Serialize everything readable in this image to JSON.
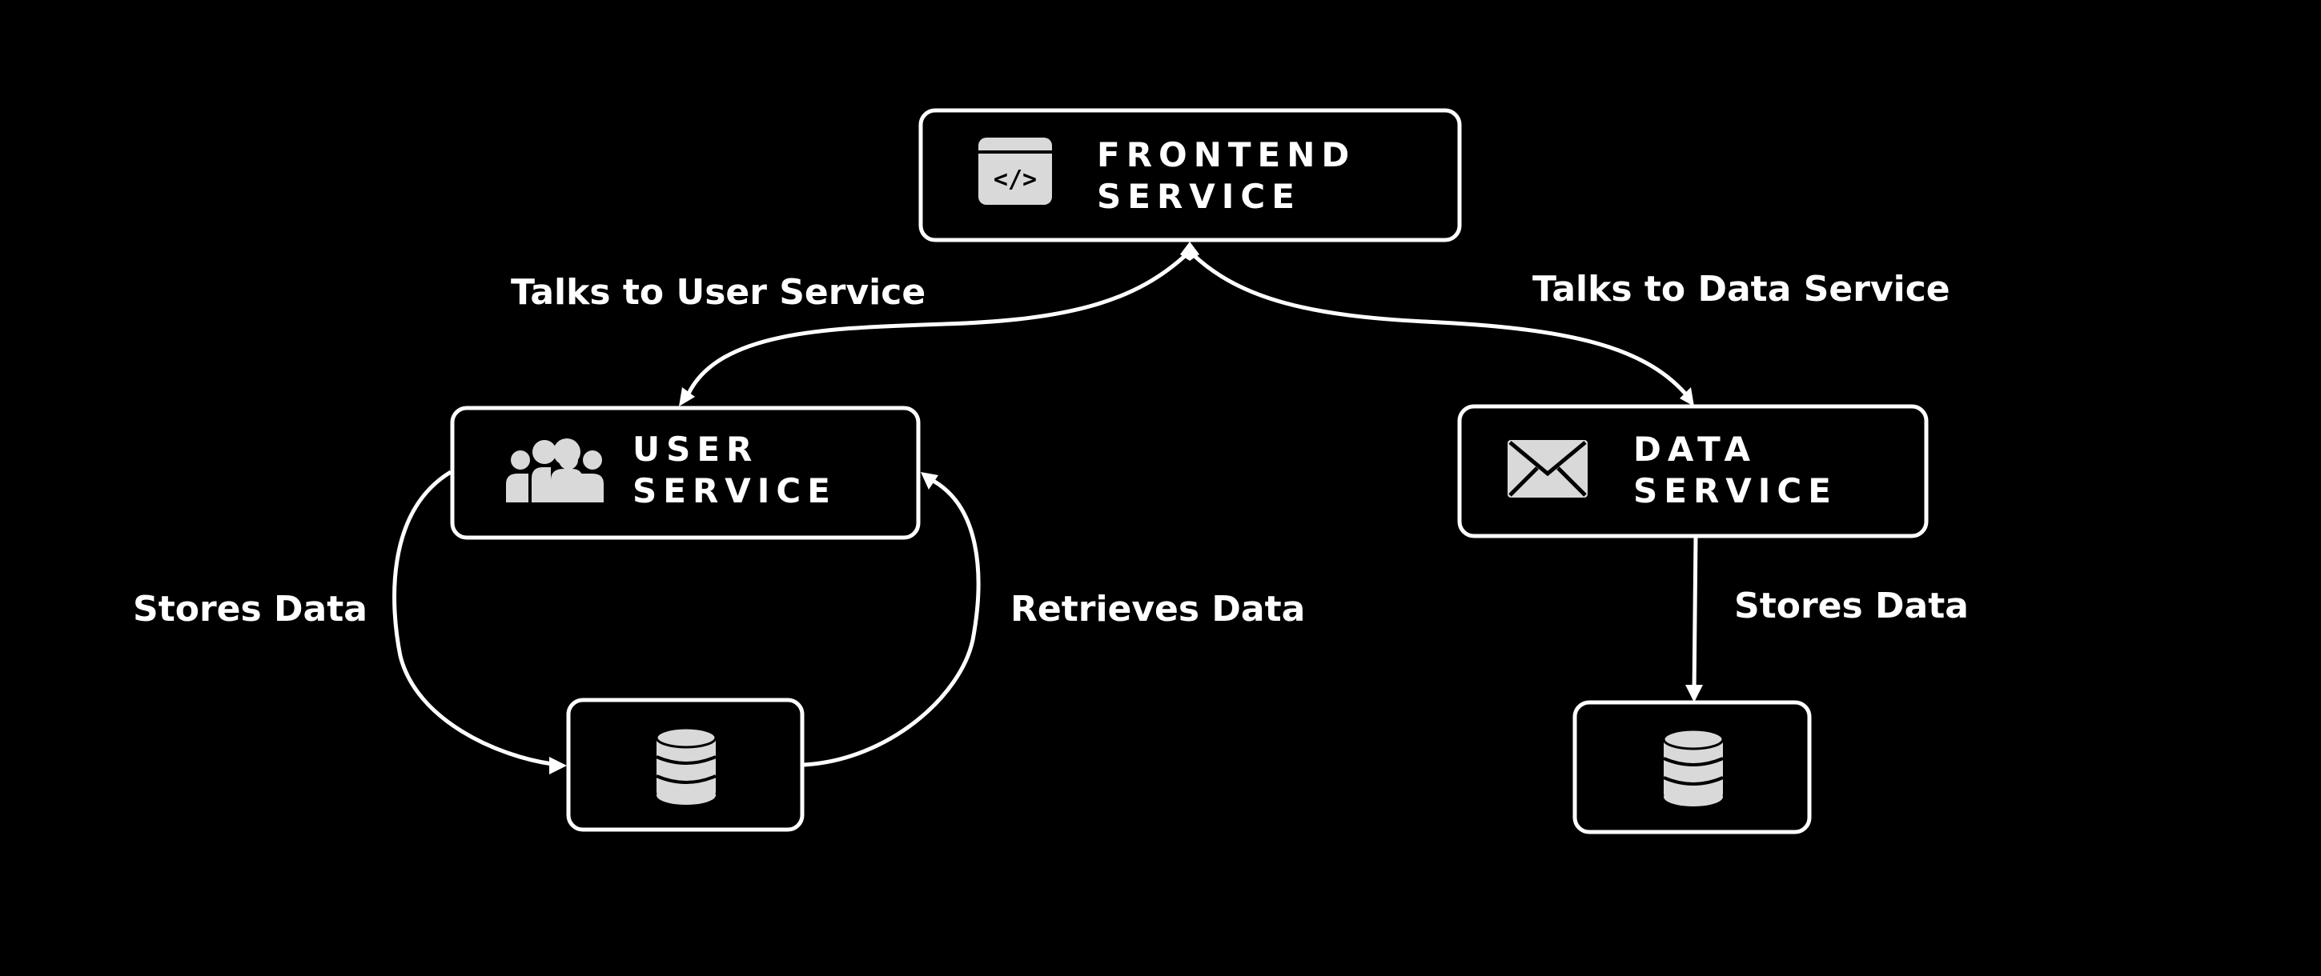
{
  "nodes": {
    "frontend": {
      "line1": "FRONTEND",
      "line2": "SERVICE",
      "icon": "code-window-icon"
    },
    "user": {
      "line1": "USER",
      "line2": "SERVICE",
      "icon": "users-group-icon"
    },
    "data": {
      "line1": "DATA",
      "line2": "SERVICE",
      "icon": "envelope-icon"
    },
    "user_db": {
      "icon": "database-icon"
    },
    "data_db": {
      "icon": "database-icon"
    }
  },
  "edges": {
    "frontend_user": "Talks to User Service",
    "frontend_data": "Talks to Data Service",
    "user_store": "Stores Data",
    "user_retrieve": "Retrieves Data",
    "data_store": "Stores Data"
  },
  "colors": {
    "background": "#000000",
    "stroke": "#ffffff",
    "icon": "#d9d9d9"
  }
}
